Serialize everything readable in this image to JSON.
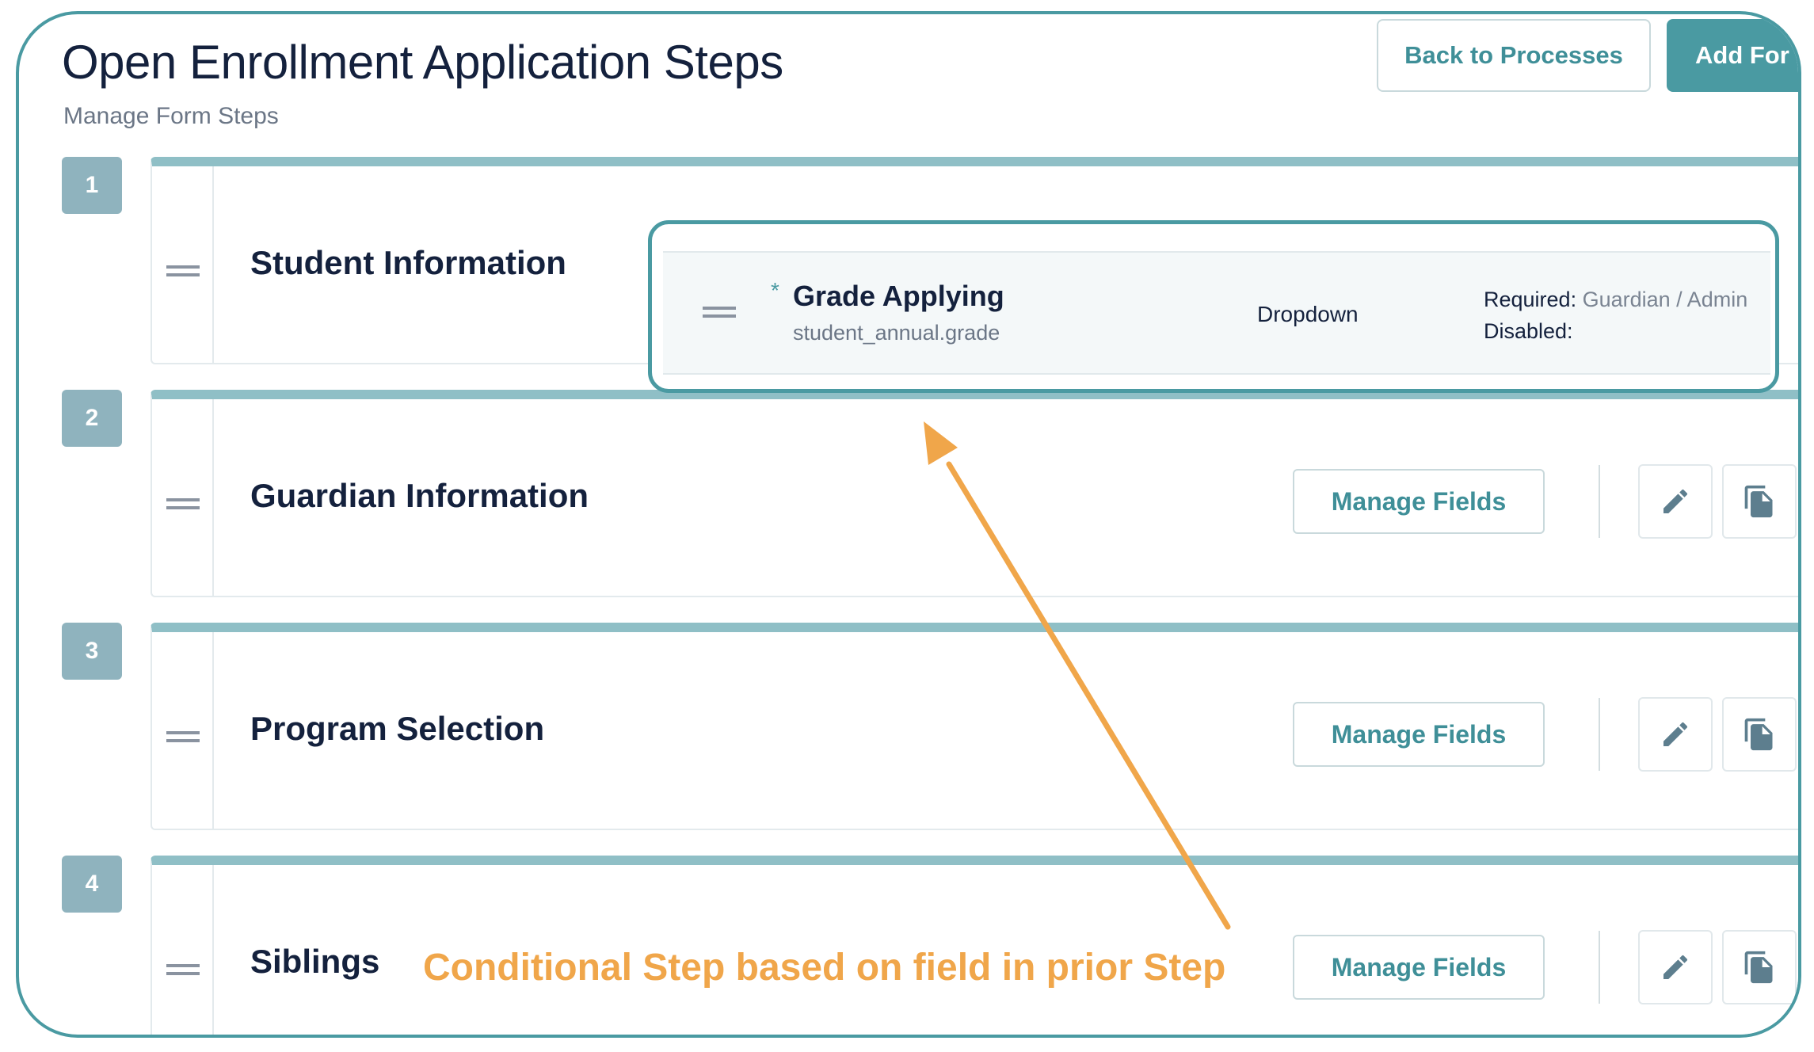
{
  "header": {
    "title": "Open Enrollment Application Steps",
    "subtitle": "Manage Form Steps",
    "back_button": "Back to Processes",
    "add_button": "Add For"
  },
  "steps": [
    {
      "number": "1",
      "title": "Student Information"
    },
    {
      "number": "2",
      "title": "Guardian Information",
      "manage_label": "Manage Fields"
    },
    {
      "number": "3",
      "title": "Program Selection",
      "manage_label": "Manage Fields"
    },
    {
      "number": "4",
      "title": "Siblings",
      "manage_label": "Manage Fields"
    }
  ],
  "field_callout": {
    "required_mark": "*",
    "label": "Grade Applying",
    "key": "student_annual.grade",
    "type": "Dropdown",
    "required_label": "Required:",
    "required_value": "Guardian / Admin",
    "disabled_label": "Disabled:"
  },
  "annotation": {
    "text": "Conditional Step based on field in prior Step",
    "color": "#f0a64a"
  },
  "colors": {
    "accent": "#4a9aa2",
    "badge": "#8fb3be",
    "title_text": "#14213d",
    "step_top_border": "#8fbfc6"
  },
  "icons": [
    "drag-handle-icon",
    "pencil-icon",
    "copy-icon"
  ]
}
